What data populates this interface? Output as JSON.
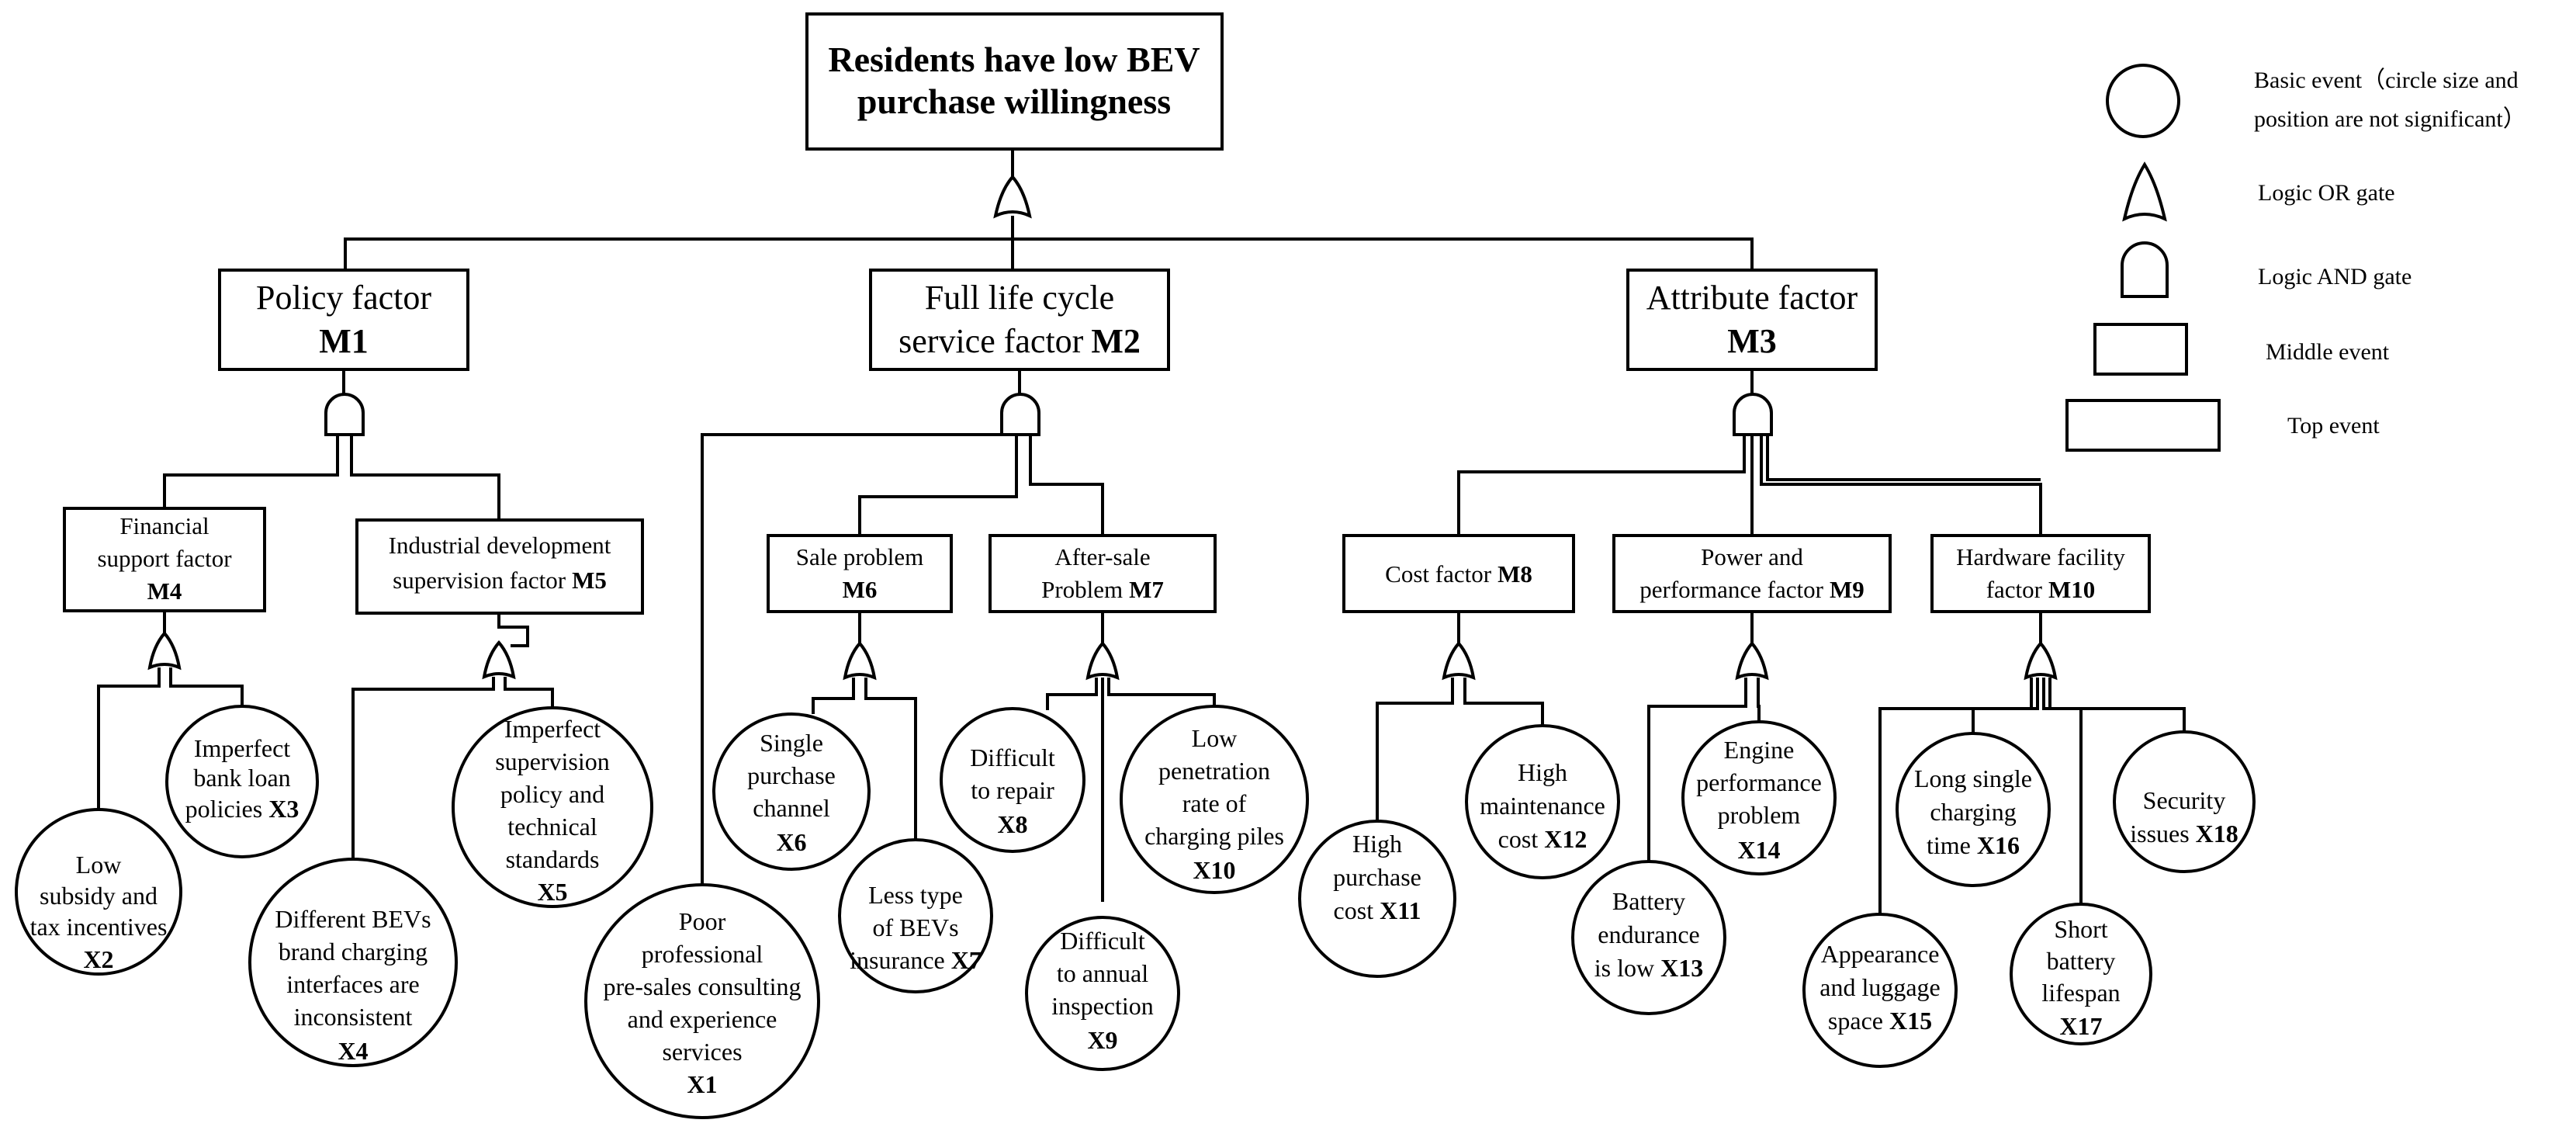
{
  "top_event": {
    "line1": "Residents have low BEV",
    "line2": "purchase willingness"
  },
  "level1": {
    "m1": {
      "line1": "Policy factor",
      "code": "M1"
    },
    "m2": {
      "line1": "Full life cycle",
      "line2": "service factor",
      "code": "M2"
    },
    "m3": {
      "line1": "Attribute factor",
      "code": "M3"
    }
  },
  "level2": {
    "m4": {
      "line1": "Financial",
      "line2": "support factor",
      "code": "M4"
    },
    "m5": {
      "line1": "Industrial development",
      "line2": "supervision factor",
      "code": "M5"
    },
    "m6": {
      "line1": "Sale problem",
      "code": "M6"
    },
    "m7": {
      "line1": "After-sale",
      "line2": "Problem",
      "code": "M7"
    },
    "m8": {
      "line1": "Cost factor",
      "code": "M8"
    },
    "m9": {
      "line1": "Power and",
      "line2": "performance factor",
      "code": "M9"
    },
    "m10": {
      "line1": "Hardware facility",
      "line2": "factor",
      "code": "M10"
    }
  },
  "basic_events": {
    "x1": {
      "l1": "Poor",
      "l2": "professional",
      "l3": "pre-sales consulting",
      "l4": "and experience",
      "l5": "services",
      "code": "X1"
    },
    "x2": {
      "l1": "Low",
      "l2": "subsidy and",
      "l3": "tax incentives",
      "code": "X2"
    },
    "x3": {
      "l1": "Imperfect",
      "l2": "bank loan",
      "l3": "policies",
      "code": "X3"
    },
    "x4": {
      "l1": "Different BEVs",
      "l2": "brand charging",
      "l3": "interfaces are",
      "l4": "inconsistent",
      "code": "X4"
    },
    "x5": {
      "l1": "Imperfect",
      "l2": "supervision",
      "l3": "policy and",
      "l4": "technical",
      "l5": "standards",
      "code": "X5"
    },
    "x6": {
      "l1": "Single",
      "l2": "purchase",
      "l3": "channel",
      "code": "X6"
    },
    "x7": {
      "l1": "Less type",
      "l2": "of BEVs",
      "l3": "insurance",
      "code": "X7"
    },
    "x8": {
      "l1": "Difficult",
      "l2": "to repair",
      "code": "X8"
    },
    "x9": {
      "l1": "Difficult",
      "l2": "to annual",
      "l3": "inspection",
      "code": "X9"
    },
    "x10": {
      "l1": "Low",
      "l2": "penetration",
      "l3": "rate of",
      "l4": "charging piles",
      "code": "X10"
    },
    "x11": {
      "l1": "High",
      "l2": "purchase",
      "l3": "cost",
      "code": "X11"
    },
    "x12": {
      "l1": "High",
      "l2": "maintenance",
      "l3": "cost",
      "code": "X12"
    },
    "x13": {
      "l1": "Battery",
      "l2": "endurance",
      "l3": "is low",
      "code": "X13"
    },
    "x14": {
      "l1": "Engine",
      "l2": "performance",
      "l3": "problem",
      "code": "X14"
    },
    "x15": {
      "l1": "Appearance",
      "l2": "and luggage",
      "l3": "space",
      "code": "X15"
    },
    "x16": {
      "l1": "Long single",
      "l2": "charging",
      "l3": "time",
      "code": "X16"
    },
    "x17": {
      "l1": "Short",
      "l2": "battery",
      "l3": "lifespan",
      "code": "X17"
    },
    "x18": {
      "l1": "Security",
      "l2": "issues",
      "code": "X18"
    }
  },
  "legend": {
    "basic_event_line1": "Basic event（circle size and",
    "basic_event_line2": "position are not significant）",
    "or_gate": "Logic OR gate",
    "and_gate": "Logic AND gate",
    "middle_event": "Middle event",
    "top_event": "Top event"
  }
}
